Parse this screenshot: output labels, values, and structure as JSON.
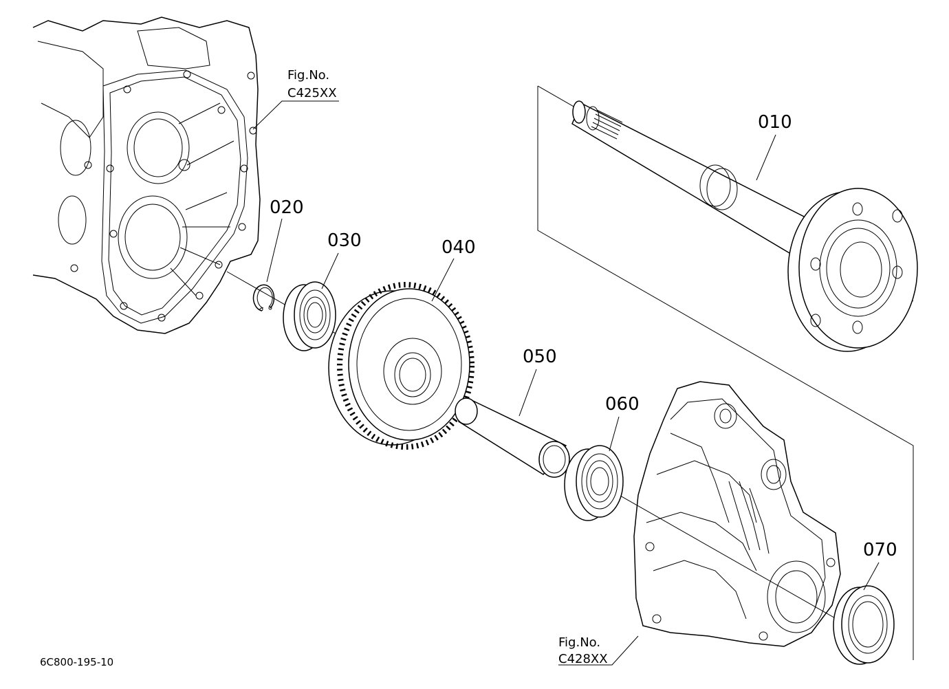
{
  "callouts": {
    "c010": "010",
    "c020": "020",
    "c030": "030",
    "c040": "040",
    "c050": "050",
    "c060": "060",
    "c070": "070"
  },
  "figure_refs": {
    "top": {
      "line1": "Fig.No.",
      "line2": "C425XX"
    },
    "bottom": {
      "line1": "Fig.No.",
      "line2": "C428XX"
    }
  },
  "drawing_code": "6C800-195-10"
}
